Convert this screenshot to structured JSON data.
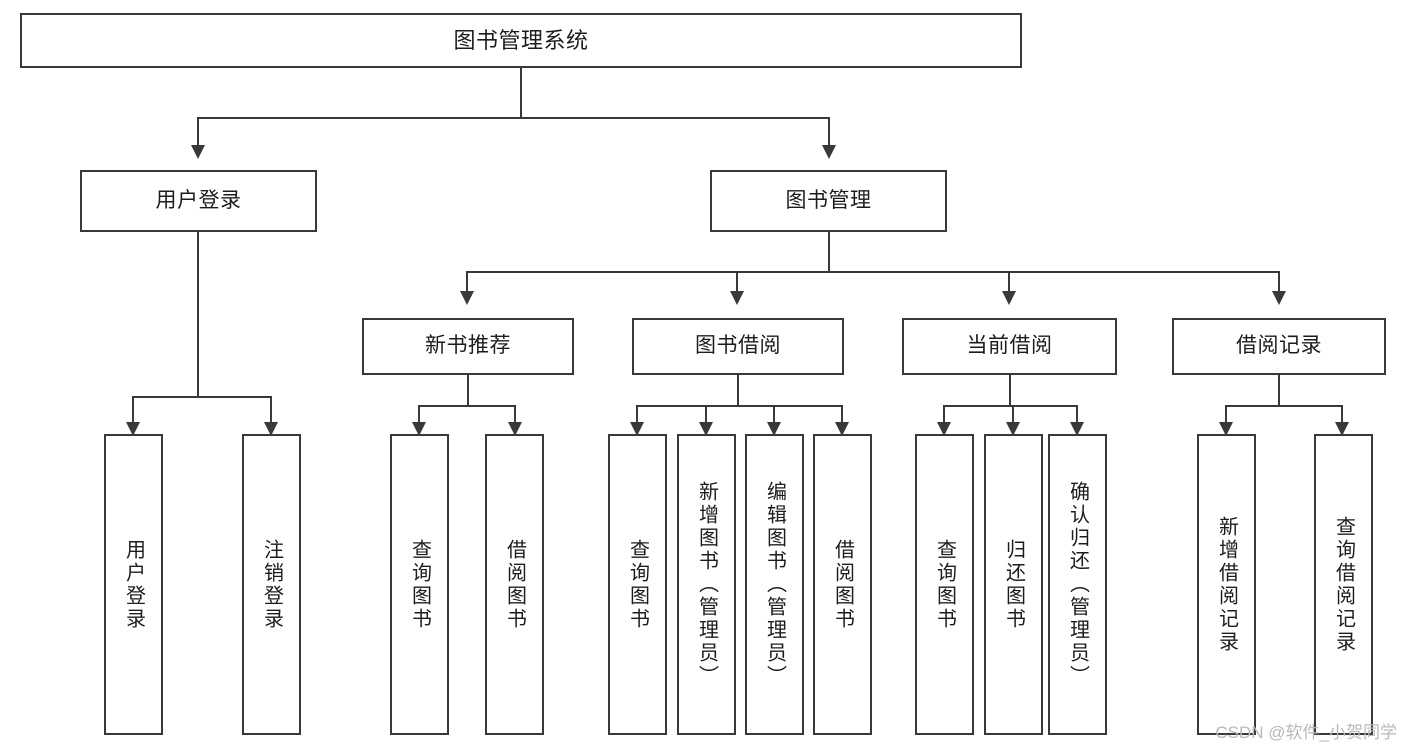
{
  "diagram": {
    "title": "图书管理系统",
    "type": "tree",
    "root": {
      "id": "root",
      "label": "图书管理系统"
    },
    "level2": [
      {
        "id": "user-login",
        "label": "用户登录"
      },
      {
        "id": "book-manage",
        "label": "图书管理"
      }
    ],
    "level3": [
      {
        "id": "new-book-rec",
        "label": "新书推荐",
        "parent": "book-manage"
      },
      {
        "id": "book-borrow",
        "label": "图书借阅",
        "parent": "book-manage"
      },
      {
        "id": "current-borrow",
        "label": "当前借阅",
        "parent": "book-manage"
      },
      {
        "id": "borrow-record",
        "label": "借阅记录",
        "parent": "book-manage"
      }
    ],
    "leaves": {
      "user_login": [
        {
          "id": "leaf-user-login",
          "label": "用户登录"
        },
        {
          "id": "leaf-logout",
          "label": "注销登录"
        }
      ],
      "new_book_rec": [
        {
          "id": "leaf-query-book-1",
          "label": "查询图书"
        },
        {
          "id": "leaf-borrow-book-1",
          "label": "借阅图书"
        }
      ],
      "book_borrow": [
        {
          "id": "leaf-query-book-2",
          "label": "查询图书"
        },
        {
          "id": "leaf-add-book",
          "label": "新增图书（管理员）"
        },
        {
          "id": "leaf-edit-book",
          "label": "编辑图书（管理员）"
        },
        {
          "id": "leaf-borrow-book-2",
          "label": "借阅图书"
        }
      ],
      "current_borrow": [
        {
          "id": "leaf-query-book-3",
          "label": "查询图书"
        },
        {
          "id": "leaf-return-book",
          "label": "归还图书"
        },
        {
          "id": "leaf-confirm-return",
          "label": "确认归还（管理员）"
        }
      ],
      "borrow_record": [
        {
          "id": "leaf-add-record",
          "label": "新增借阅记录"
        },
        {
          "id": "leaf-query-record",
          "label": "查询借阅记录"
        }
      ]
    }
  },
  "watermark": {
    "text": "CSDN @软件_小贺同学"
  },
  "colors": {
    "stroke": "#393939",
    "text": "#1d1d1d",
    "background": "#ffffff",
    "watermark": "#b9b9b9"
  }
}
